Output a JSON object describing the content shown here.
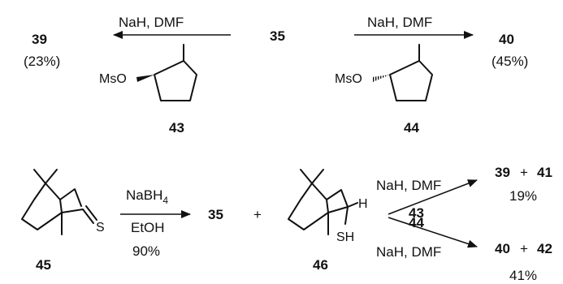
{
  "top": {
    "left_reagent": "NaH, DMF",
    "right_reagent": "NaH, DMF",
    "start_compound": "35",
    "left_product": "39",
    "left_yield": "(23%)",
    "right_product": "40",
    "right_yield": "(45%)",
    "left_mesylate_group": "MsO",
    "right_mesylate_group": "MsO",
    "left_mesylate_number": "43",
    "right_mesylate_number": "44"
  },
  "bottom": {
    "thioketone_number": "45",
    "thioketone_atom": "S",
    "reduction_reagent": "NaBH",
    "reduction_reagent_subscript": "4",
    "reduction_solvent": "EtOH",
    "reduction_yield": "90%",
    "product_a": "35",
    "plus": "+",
    "thiol_number": "46",
    "thiol_h": "H",
    "thiol_sh": "SH",
    "upper_reagent": "NaH, DMF",
    "upper_mesylate": "43",
    "lower_mesylate": "44",
    "lower_reagent": "NaH, DMF",
    "upper_product_1": "39",
    "upper_plus": "+",
    "upper_product_2": "41",
    "upper_yield": "19%",
    "lower_product_1": "40",
    "lower_plus": "+",
    "lower_product_2": "42",
    "lower_yield": "41%"
  }
}
